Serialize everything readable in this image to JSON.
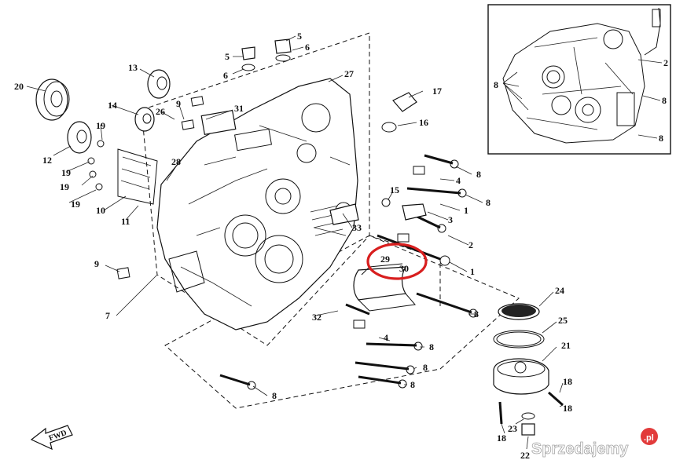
{
  "diagram": {
    "callouts": {
      "c20": "20",
      "c13": "13",
      "c14": "14",
      "c12": "12",
      "c9a": "9",
      "c26": "26",
      "c31": "31",
      "c19a": "19",
      "c19b": "19",
      "c19c": "19",
      "c19d": "19",
      "c10": "10",
      "c11": "11",
      "c28": "28",
      "c5a": "5",
      "c6a": "6",
      "c5b": "5",
      "c6b": "6",
      "c27": "27",
      "c17": "17",
      "c16": "16",
      "c8a": "8",
      "c4a": "4",
      "c8b": "8",
      "c15": "15",
      "c3": "3",
      "c1a": "1",
      "c33": "33",
      "c2": "2",
      "c1b": "1",
      "c29": "29",
      "c30": "30",
      "c9b": "9",
      "c7": "7",
      "c32": "32",
      "c8c": "8",
      "c4b": "4",
      "c8d": "8",
      "c8e": "8",
      "c8f": "8",
      "c8g": "8",
      "c24": "24",
      "c25": "25",
      "c21": "21",
      "c18a": "18",
      "c18b": "18",
      "c18c": "18",
      "c23": "23",
      "c22": "22",
      "i2": "2",
      "i8a": "8",
      "i8b": "8",
      "i8c": "8"
    },
    "fwd_label": "FWD",
    "highlight_color": "#d81e1e"
  },
  "watermark": {
    "text": "Sprzedajemy",
    "suffix": ".pl",
    "badge_color": "#e23b3b"
  }
}
